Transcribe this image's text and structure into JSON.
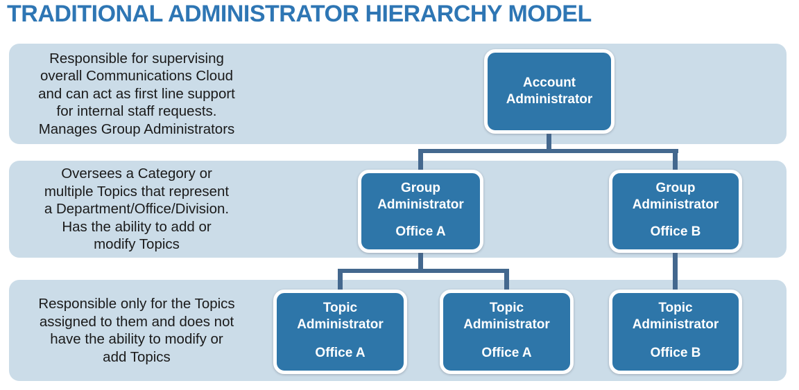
{
  "title": "TRADITIONAL ADMINISTRATOR HIERARCHY MODEL",
  "colors": {
    "title_blue": "#2E76B4",
    "band_background": "#CBDCE8",
    "node_fill": "#2E76A9",
    "connector": "#44688E",
    "body_text": "#1A1A1A"
  },
  "bands": [
    {
      "lines": [
        "Responsible for supervising",
        "overall Communications Cloud",
        "and can act as first line support",
        "for internal staff requests.",
        "Manages Group Administrators"
      ]
    },
    {
      "lines": [
        "Oversees a Category or",
        "multiple Topics that represent",
        "a Department/Office/Division.",
        "Has the ability to add or",
        "modify Topics"
      ]
    },
    {
      "lines": [
        "Responsible only for the Topics",
        "assigned to them and does not",
        "have the ability to modify or",
        "add Topics"
      ]
    }
  ],
  "nodes": [
    {
      "role": "Account Administrator",
      "office": ""
    },
    {
      "role": "Group Administrator",
      "office": "Office A"
    },
    {
      "role": "Group Administrator",
      "office": "Office B"
    },
    {
      "role": "Topic Administrator",
      "office": "Office A"
    },
    {
      "role": "Topic Administrator",
      "office": "Office A"
    },
    {
      "role": "Topic Administrator",
      "office": "Office B"
    }
  ]
}
